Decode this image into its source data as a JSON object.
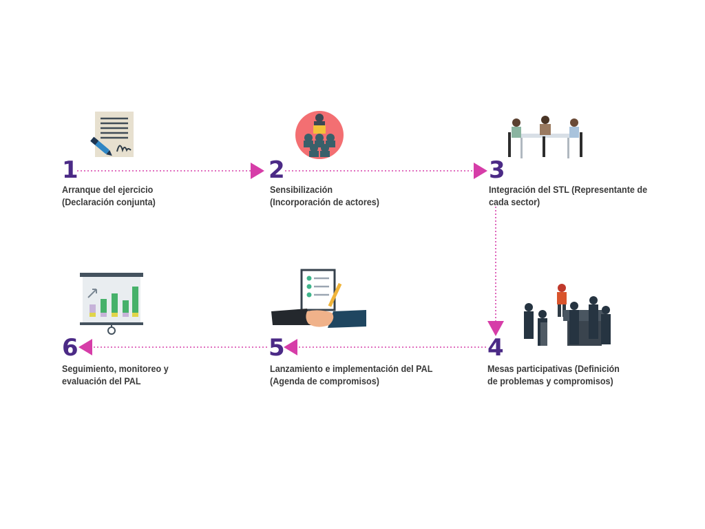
{
  "steps": [
    {
      "number": "1",
      "line1": "Arranque del ejercicio",
      "line2": "(Declaración conjunta)",
      "icon": "signed-document-icon"
    },
    {
      "number": "2",
      "line1": "Sensibilización",
      "line2": "(Incorporación de actores)",
      "icon": "audience-presentation-icon"
    },
    {
      "number": "3",
      "line1": "Integración del STL (Representante de",
      "line2": "cada sector)",
      "icon": "meeting-table-icon"
    },
    {
      "number": "4",
      "line1": "Mesas participativas (Definición",
      "line2": "de problemas y compromisos)",
      "icon": "team-workgroup-icon"
    },
    {
      "number": "5",
      "line1": "Lanzamiento e implementación del PAL",
      "line2": "(Agenda de compromisos)",
      "icon": "handshake-checklist-icon"
    },
    {
      "number": "6",
      "line1": "Seguimiento, monitoreo y",
      "line2": "evaluación del PAL",
      "icon": "growth-chart-board-icon"
    }
  ],
  "colors": {
    "number": "#4b2a86",
    "connector": "#d63da8",
    "label": "#3a3a3a"
  }
}
